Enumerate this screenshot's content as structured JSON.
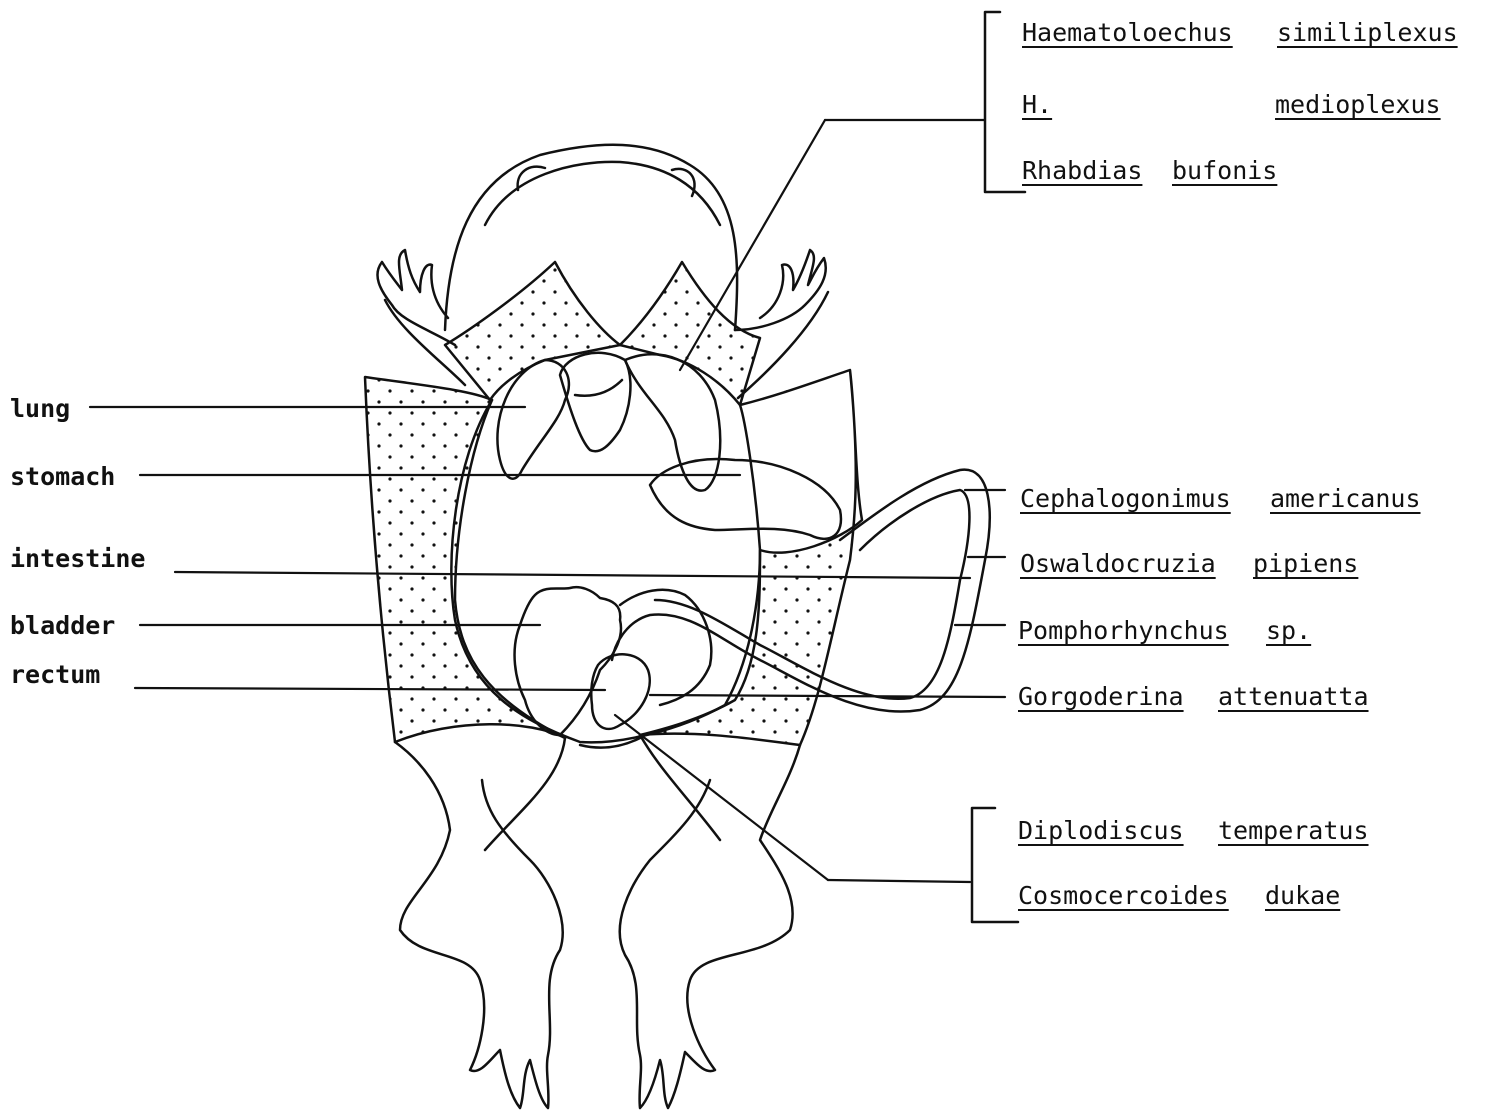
{
  "organs": {
    "lung": "lung",
    "stomach": "stomach",
    "intestine": "intestine",
    "bladder": "bladder",
    "rectum": "rectum"
  },
  "parasites": {
    "group_lung": {
      "genus1": "Haematoloechus",
      "species1": "similiplexus",
      "genus2": "H.",
      "species2": "medioplexus",
      "genus3": "Rhabdias",
      "species3": "bufonis"
    },
    "stomach": {
      "genus": "Cephalogonimus",
      "species": "americanus"
    },
    "intestine": {
      "genus": "Oswaldocruzia",
      "species": "pipiens"
    },
    "intestine_2": {
      "genus": "Pomphorhynchus",
      "species": "sp."
    },
    "bladder": {
      "genus": "Gorgoderina",
      "species": "attenuatta"
    },
    "group_rectum": {
      "genus1": "Diplodiscus",
      "species1": "temperatus",
      "genus2": "Cosmocercoides",
      "species2": "dukae"
    }
  }
}
